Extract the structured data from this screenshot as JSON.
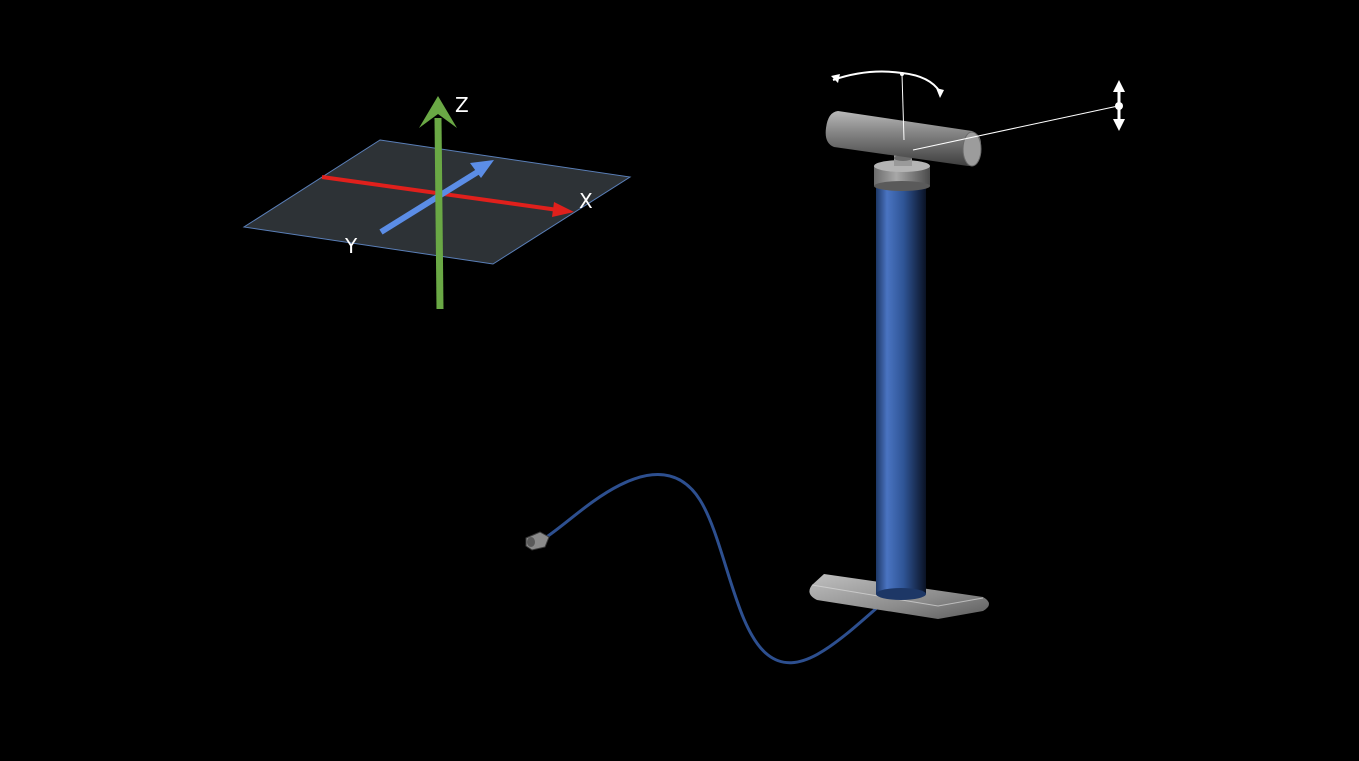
{
  "axes": {
    "x_label": "X",
    "y_label": "Y",
    "z_label": "Z",
    "colors": {
      "x": "#e0201c",
      "y": "#5b8de6",
      "z": "#6aa845",
      "plane": "#2d3236",
      "plane_edge": "#5a7fb8"
    }
  },
  "pump": {
    "colors": {
      "barrel": "#2f5596",
      "metal": "#8a8a8a",
      "hose": "#2d4f8f"
    }
  },
  "icons": {
    "rotate": "rotate-arrow-icon",
    "vertical_move": "vertical-double-arrow-icon"
  }
}
